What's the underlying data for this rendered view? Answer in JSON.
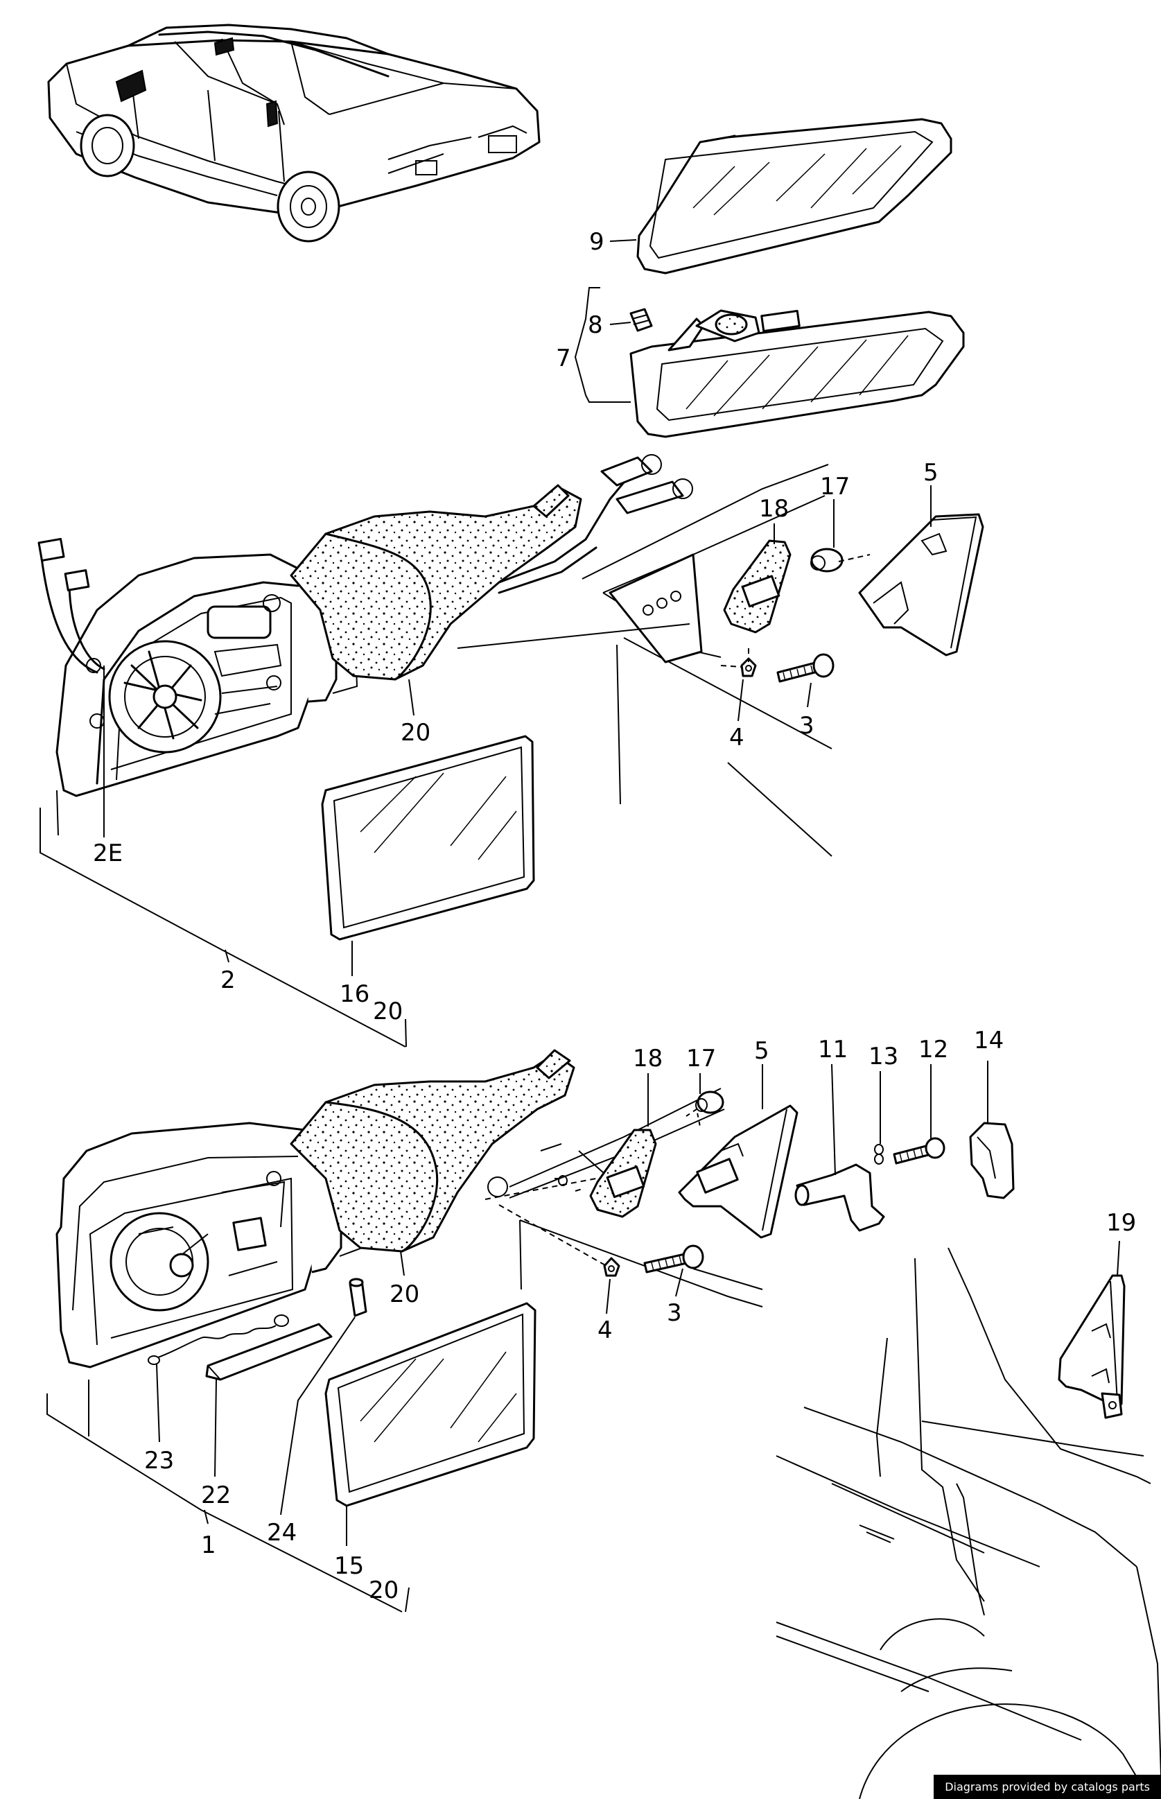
{
  "labels": {
    "l9": "9",
    "l8": "8",
    "l7": "7",
    "l18a": "18",
    "l17a": "17",
    "l5a": "5",
    "l4a": "4",
    "l3a": "3",
    "l20a": "20",
    "l2E": "2E",
    "l2": "2",
    "l16": "16",
    "l20b": "20",
    "l18b": "18",
    "l17b": "17",
    "l5b": "5",
    "l11": "11",
    "l13": "13",
    "l12": "12",
    "l14": "14",
    "l20c": "20",
    "l4b": "4",
    "l3b": "3",
    "l19": "19",
    "l23": "23",
    "l22": "22",
    "l24": "24",
    "l1": "1",
    "l15": "15",
    "l20d": "20"
  },
  "footer": {
    "credit": "Diagrams provided by catalogs parts"
  }
}
